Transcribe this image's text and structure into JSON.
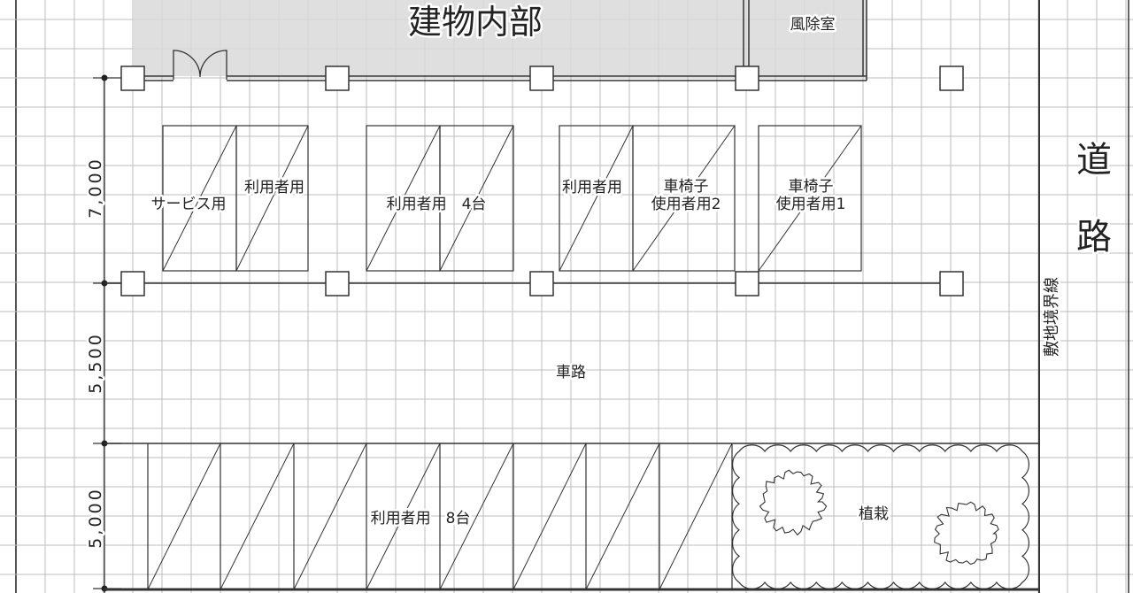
{
  "building": {
    "title": "建物内部",
    "vestibule": "風除室"
  },
  "road": {
    "char_1": "道",
    "char_2": "路"
  },
  "boundary_label": "敷地境界線",
  "dimensions": {
    "upper": "7,000",
    "lane": "5,500",
    "lower": "5,000"
  },
  "upper_row": {
    "service": "サービス用",
    "user_a": "利用者用",
    "user_b": "利用者用　4台",
    "user_c": "利用者用",
    "wheelchair_2_line1": "車椅子",
    "wheelchair_2_line2": "使用者用2",
    "wheelchair_1_line1": "車椅子",
    "wheelchair_1_line2": "使用者用1"
  },
  "lane_label": "車路",
  "lower_row": {
    "label": "利用者用　8台"
  },
  "planting": {
    "label": "植栽"
  },
  "colors": {
    "building_fill": "#d9d9d9",
    "grid": "#bdbdbd",
    "line": "#333333"
  }
}
